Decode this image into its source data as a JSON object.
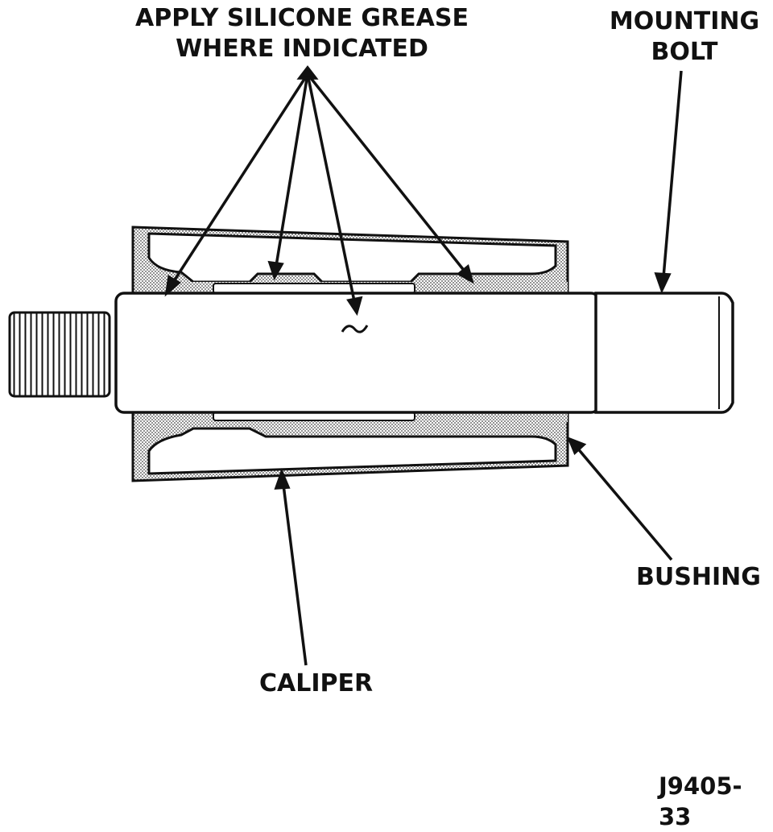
{
  "labels": {
    "grease_line1": "APPLY SILICONE GREASE",
    "grease_line2": "WHERE INDICATED",
    "mounting_line1": "MOUNTING",
    "mounting_line2": "BOLT",
    "bushing": "BUSHING",
    "caliper": "CALIPER",
    "figure_id": "J9405-33"
  },
  "colors": {
    "ink": "#111111",
    "grease_shading": "#c8c8c8",
    "background": "#ffffff"
  }
}
